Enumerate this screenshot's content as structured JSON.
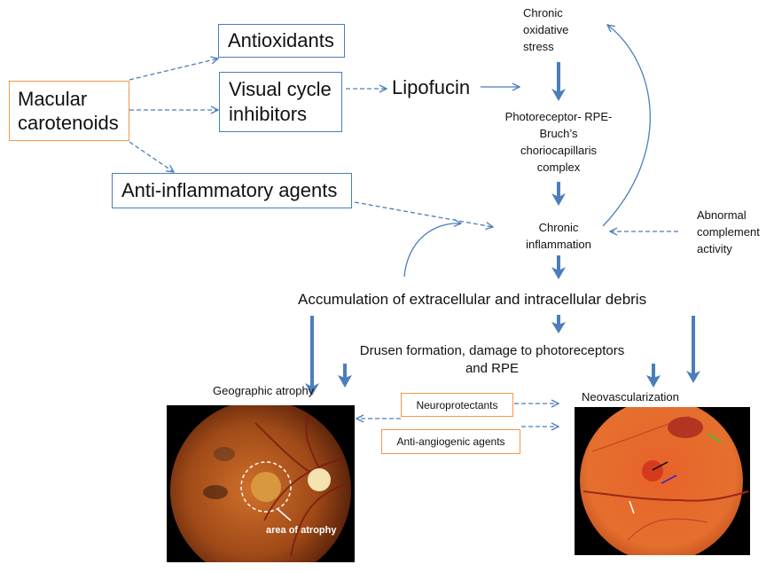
{
  "nodes": {
    "macular_carotenoids": [
      "Macular",
      "carotenoids"
    ],
    "antioxidants": "Antioxidants",
    "visual_cycle_inhibitors": [
      "Visual cycle",
      "inhibitors"
    ],
    "anti_inflammatory": "Anti-inflammatory agents",
    "lipofucin": "Lipofucin",
    "chronic_oxidative_stress": [
      "Chronic",
      "oxidative",
      "stress"
    ],
    "photoreceptor_complex": [
      "Photoreceptor- RPE-",
      "Bruch’s",
      "choriocapillaris",
      "complex"
    ],
    "chronic_inflammation": [
      "Chronic",
      "inflammation"
    ],
    "abnormal_complement": [
      "Abnormal",
      "complement",
      "activity"
    ],
    "accumulation": "Accumulation of extracellular and intracellular debris",
    "drusen": [
      "Drusen formation, damage to  photoreceptors",
      "and RPE"
    ],
    "geographic_atrophy": "Geographic atrophy",
    "neovascularization": "Neovascularization",
    "neuroprotectants": "Neuroprotectants",
    "anti_angiogenic": "Anti-angiogenic agents"
  },
  "images": {
    "left_label": "area of atrophy"
  },
  "colors": {
    "arrow_blue": "#4a7ebb",
    "therapy_box_border": "#f79646",
    "process_box_border": "#4a7ebb"
  }
}
